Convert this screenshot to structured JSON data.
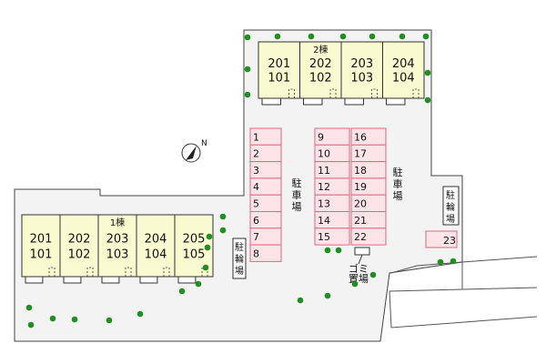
{
  "building2": {
    "label": "2棟",
    "units": [
      {
        "upper": "201",
        "lower": "101"
      },
      {
        "upper": "202",
        "lower": "102"
      },
      {
        "upper": "203",
        "lower": "103"
      },
      {
        "upper": "204",
        "lower": "104"
      }
    ]
  },
  "building1": {
    "label": "1棟",
    "units": [
      {
        "upper": "201",
        "lower": "101"
      },
      {
        "upper": "202",
        "lower": "102"
      },
      {
        "upper": "203",
        "lower": "103"
      },
      {
        "upper": "204",
        "lower": "104"
      },
      {
        "upper": "205",
        "lower": "105"
      }
    ]
  },
  "parking": {
    "label_chars": [
      "駐",
      "車",
      "場"
    ],
    "column_a": [
      "1",
      "2",
      "3",
      "4",
      "5",
      "6",
      "7",
      "8"
    ],
    "column_b": [
      "9",
      "10",
      "11",
      "12",
      "13",
      "14",
      "15"
    ],
    "column_c": [
      "16",
      "17",
      "18",
      "19",
      "20",
      "21",
      "22"
    ],
    "extra": "23"
  },
  "bicycle_parking": {
    "label_chars": [
      "駐",
      "輪",
      "場"
    ]
  },
  "garbage": {
    "label_line1": "ゴミ",
    "label_line2": "置場"
  },
  "compass": {
    "north_label": "N"
  },
  "colors": {
    "building_fill": "#fafad0",
    "parking_fill": "#fde4e8",
    "parking_stroke": "#d96a7d",
    "tree": "#1f8f1f",
    "site_fill": "#f3f3f3",
    "road_stroke": "#555555"
  }
}
